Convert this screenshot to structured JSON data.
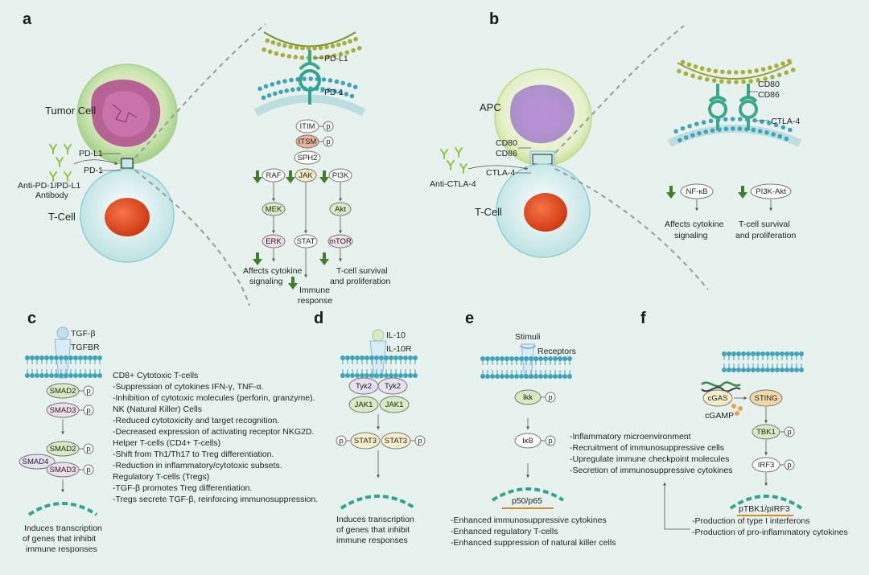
{
  "panels": {
    "a": "a",
    "b": "b",
    "c": "c",
    "d": "d",
    "e": "e",
    "f": "f"
  },
  "a": {
    "tumor_cell": "Tumor Cell",
    "t_cell": "T-Cell",
    "pdl1_small": "PD-L1",
    "pd1_small": "PD-1",
    "antibody_line1": "Anti-PD-1/PD-L1",
    "antibody_line2": "Antibody",
    "pdl1": "PD-L1",
    "pd1": "PD-1",
    "itim": "ITIM",
    "itsm": "ITSM",
    "sph2": "SPH2",
    "p": "p",
    "raf": "RAF",
    "jak": "JAK",
    "pi3k": "PI3K",
    "mek": "MEK",
    "akt": "Akt",
    "erk": "ERK",
    "stat": "STAT",
    "mtor": "mTOR",
    "out_cytokine_1": "Affects cytokine",
    "out_cytokine_2": "signaling",
    "out_survival_1": "T-cell survival",
    "out_survival_2": "and proliferation",
    "out_immune_1": "Immune",
    "out_immune_2": "response"
  },
  "b": {
    "apc": "APC",
    "t_cell": "T-Cell",
    "cd80_small": "CD80",
    "cd86_small": "CD86",
    "ctla4_small": "CTLA-4",
    "antibody": "Anti-CTLA-4",
    "cd80": "CD80",
    "cd86": "CD86",
    "ctla4": "CTLA-4",
    "nfkb": "NF-κB",
    "pi3k_akt": "PI3K-Akt",
    "out_cytokine_1": "Affects cytokine",
    "out_cytokine_2": "signaling",
    "out_survival_1": "T-cell survival",
    "out_survival_2": "and proliferation"
  },
  "c": {
    "ligand": "TGF-β",
    "receptor": "TGFBR",
    "smad2": "SMAD2",
    "smad3": "SMAD3",
    "smad4": "SMAD4",
    "p": "p",
    "out_1": "Induces transcription",
    "out_2": "of genes that inhibit",
    "out_3": "immune responses",
    "effects": [
      "CD8+ Cytotoxic T-cells",
      "-Suppression of cytokines IFN-γ, TNF-α.",
      "-Inhibition of cytotoxic molecules (perforin, granzyme).",
      "NK (Natural Killer) Cells",
      "-Reduced cytotoxicity and target recognition.",
      "-Decreased expression of activating receptor NKG2D.",
      "Helper T-cells (CD4+ T-cells)",
      "-Shift from Th1/Th17 to Treg differentiation.",
      "-Reduction in inflammatory/cytotoxic subsets.",
      "Regulatory T-cells (Tregs)",
      "-TGF-β promotes Treg differentiation.",
      "-Tregs secrete TGF-β, reinforcing immunosuppression."
    ]
  },
  "d": {
    "ligand": "IL-10",
    "receptor": "IL-10R",
    "tyk2": "Tyk2",
    "jak1": "JAK1",
    "stat3": "STAT3",
    "p": "p",
    "out_1": "Induces transcription",
    "out_2": "of genes that inhibit",
    "out_3": "immune responses"
  },
  "e": {
    "stimuli": "Stimuli",
    "receptors": "Receptors",
    "ikk": "Ikk",
    "ikb": "IκB",
    "p": "p",
    "p50p65": "p50/p65",
    "effects": [
      "-Inflammatory microenvironment",
      "-Recruitment of immunosuppressive cells",
      "-Upregulate immune checkpoint molecules",
      "-Secretion of immunosuppressive cytokines"
    ],
    "outcomes": [
      "-Enhanced immunosuppressive cytokines",
      "-Enhanced regulatory T-cells",
      "-Enhanced suppression of natural killer cells"
    ]
  },
  "f": {
    "cgas": "cGAS",
    "cgamp": "cGAMP",
    "sting": "STING",
    "tbk1": "TBK1",
    "irf3": "IRF3",
    "p": "p",
    "ptbk1": "pTBK1/pIRF3",
    "outcomes": [
      "-Production of type I interferons",
      "-Production of pro-inflammatory cytokines"
    ]
  },
  "colors": {
    "background": "#e7f2ee",
    "membrane_head": "#3fa3b9",
    "down_arrow": "#3f7f2a",
    "node_fill": "#ffffff",
    "itsm_fill": "#e8b49a",
    "jak_fill": "#f6eac3",
    "green_node": "#d8ecc3",
    "pink_node": "#f1dde9",
    "yellow_node": "#f7efcc",
    "sting_fill": "#f3d9a6",
    "orange_line": "#d98b2a",
    "tumor": "#b04a8e",
    "nucleus": "#e2431d"
  }
}
